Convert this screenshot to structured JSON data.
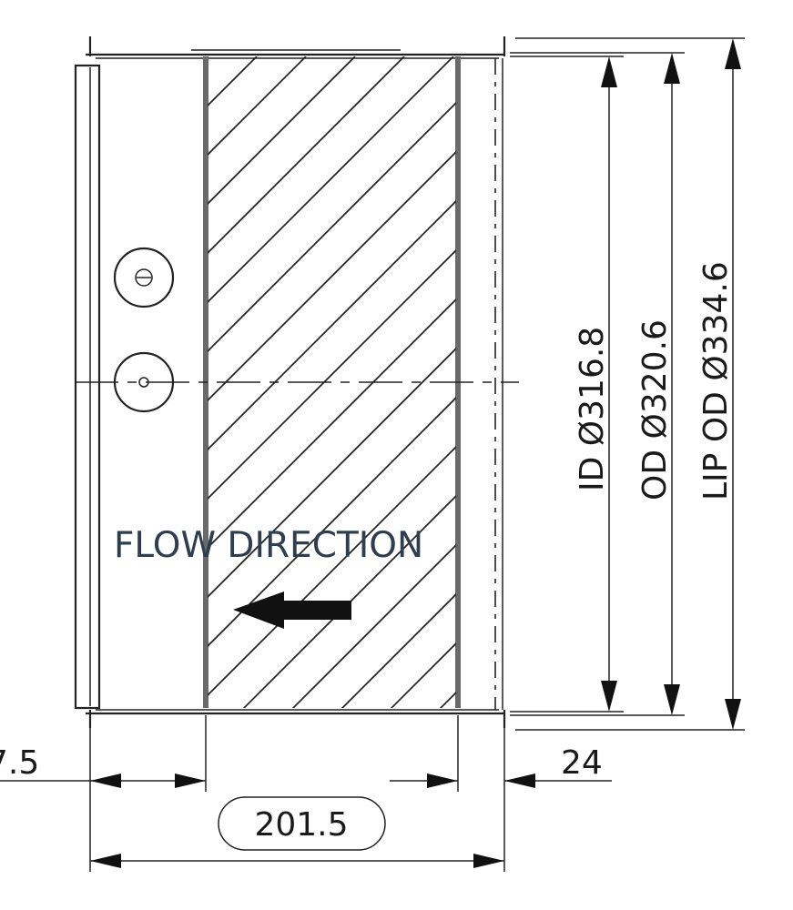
{
  "labels": {
    "flow_direction": "FLOW DIRECTION"
  },
  "dimensions": {
    "id": {
      "prefix": "ID",
      "symbol": "Ø",
      "value": "316.8"
    },
    "od": {
      "prefix": "OD",
      "symbol": "Ø",
      "value": "320.6"
    },
    "lip_od": {
      "prefix": "LIP OD",
      "symbol": "Ø",
      "value": "334.6"
    },
    "left_length": "7.5",
    "right_length": "24",
    "overall_length": "201.5"
  },
  "colors": {
    "line": "#222222",
    "outline_grey": "#6a6a6a",
    "flow_text": "#2f3e4e"
  }
}
